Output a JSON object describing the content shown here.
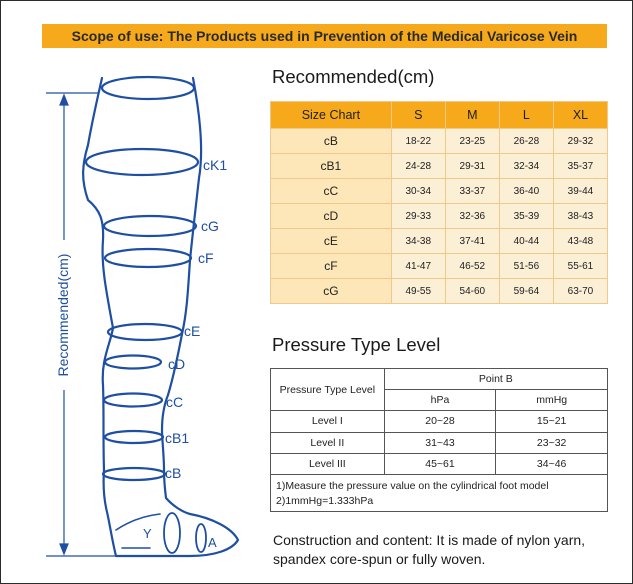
{
  "banner": "Scope of use: The Products used in Prevention of the Medical Varicose Vein",
  "recommended_title": "Recommended(cm)",
  "size_table": {
    "headers": [
      "Size Chart",
      "S",
      "M",
      "L",
      "XL"
    ],
    "rows": [
      [
        "cB",
        "18-22",
        "23-25",
        "26-28",
        "29-32"
      ],
      [
        "cB1",
        "24-28",
        "29-31",
        "32-34",
        "35-37"
      ],
      [
        "cC",
        "30-34",
        "33-37",
        "36-40",
        "39-44"
      ],
      [
        "cD",
        "29-33",
        "32-36",
        "35-39",
        "38-43"
      ],
      [
        "cE",
        "34-38",
        "37-41",
        "40-44",
        "43-48"
      ],
      [
        "cF",
        "41-47",
        "46-52",
        "51-56",
        "55-61"
      ],
      [
        "cG",
        "49-55",
        "54-60",
        "59-64",
        "63-70"
      ]
    ]
  },
  "pressure_title": "Pressure Type Level",
  "pressure_table": {
    "header_left": "Pressure Type Level",
    "header_group": "Point B",
    "unit_hpa": "hPa",
    "unit_mmhg": "mmHg",
    "rows": [
      [
        "Level I",
        "20~28",
        "15~21"
      ],
      [
        "Level II",
        "31~43",
        "23~32"
      ],
      [
        "Level III",
        "45~61",
        "34~46"
      ]
    ]
  },
  "notes": [
    "1)Measure the pressure value on the cylindrical foot model",
    "2)1mmHg=1.333hPa"
  ],
  "construction": "Construction and content: It is made of nylon yarn, spandex core-spun or fully woven.",
  "diagram": {
    "axis_label": "Recommended(cm)",
    "labels": {
      "ck1": "cK1",
      "cg": "cG",
      "cf": "cF",
      "ce": "cE",
      "cd": "cD",
      "cc": "cC",
      "cb1": "cB1",
      "cb": "cB",
      "y": "Y",
      "a": "A"
    }
  },
  "colors": {
    "banner": "#f6a91b",
    "table_header": "#f6a91b",
    "table_cell": "#fbefd6",
    "diagram_blue": "#1e4fa3"
  }
}
